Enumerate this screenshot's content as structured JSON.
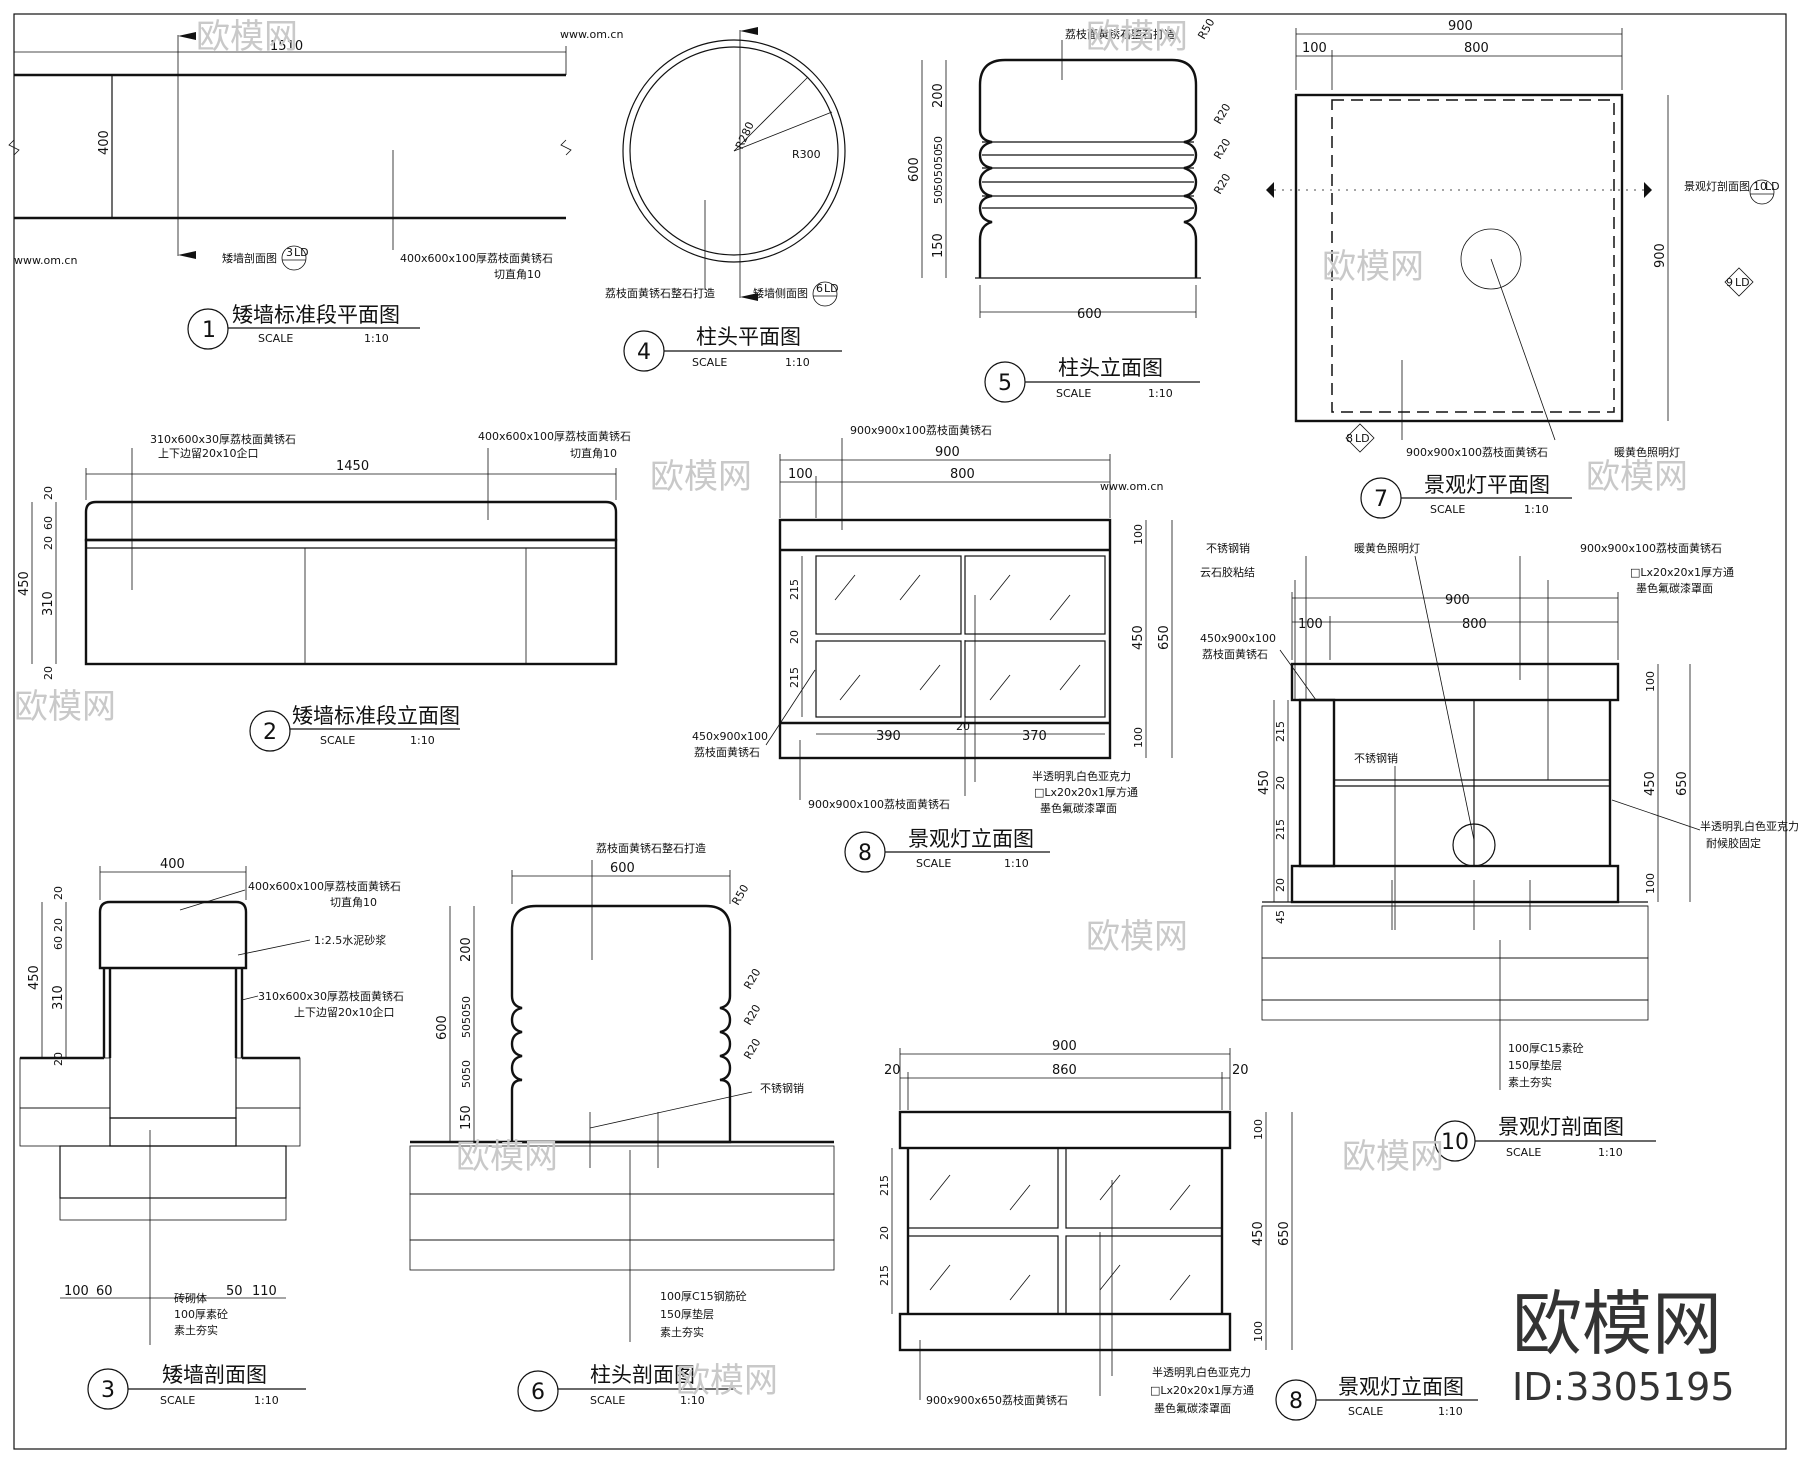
{
  "watermark": {
    "brand": "欧模网",
    "site": "www.om.cn",
    "corner_brand": "欧模网",
    "corner_id": "ID:3305195"
  },
  "scale_label": "SCALE",
  "scale_value": "1:10",
  "drawings": [
    {
      "id": "1",
      "title": "矮墙标准段平面图"
    },
    {
      "id": "2",
      "title": "矮墙标准段立面图"
    },
    {
      "id": "3",
      "title": "矮墙剖面图"
    },
    {
      "id": "4",
      "title": "柱头平面图"
    },
    {
      "id": "5",
      "title": "柱头立面图"
    },
    {
      "id": "6",
      "title": "柱头剖面图"
    },
    {
      "id": "7",
      "title": "景观灯平面图"
    },
    {
      "id": "8",
      "title": "景观灯立面图"
    },
    {
      "id": "8",
      "title": "景观灯立面图"
    },
    {
      "id": "10",
      "title": "景观灯剖面图"
    }
  ],
  "d1": {
    "dim_w": "1510",
    "dim_h": "400",
    "note_stone": "400x600x100厚荔枝面黄锈石",
    "note_chamfer": "切直角10",
    "ref_text": "矮墙剖面图",
    "ref_num": "3",
    "ref_sheet": "LD"
  },
  "d2": {
    "dim_w": "1450",
    "d20a": "20",
    "d60": "60",
    "d20b": "20",
    "d450": "450",
    "d310": "310",
    "d20c": "20",
    "note_cap": "310x600x30厚荔枝面黄锈石",
    "note_cap2": "上下边留20x10企口",
    "note_top": "400x600x100厚荔枝面黄锈石",
    "note_top2": "切直角10"
  },
  "d3": {
    "dim_400": "400",
    "d20a": "20",
    "d20b": "20",
    "d60": "60",
    "d450": "450",
    "d310": "310",
    "d20c": "20",
    "note1": "400x600x100厚荔枝面黄锈石",
    "note1b": "切直角10",
    "note2": "1:2.5水泥砂浆",
    "note3": "310x600x30厚荔枝面黄锈石",
    "note3b": "上下边留20x10企口",
    "b100": "100",
    "b60": "60",
    "b50": "50",
    "b110": "110",
    "layer1": "砖砌体",
    "layer2": "100厚素砼",
    "layer3": "素土夯实"
  },
  "d4": {
    "r280": "R280",
    "r300": "R300",
    "note": "荔枝面黄锈石整石打造",
    "ref_text": "矮墙侧面图",
    "ref_num": "6",
    "ref_sheet": "LD"
  },
  "d5": {
    "note": "荔枝面黄锈石整石打造",
    "r50": "R50",
    "r20a": "R20",
    "r20b": "R20",
    "r20c": "R20",
    "d200": "200",
    "d50a": "50",
    "d50b": "50",
    "d50c": "50",
    "d50d": "50",
    "d50e": "50",
    "d150": "150",
    "d600v": "600",
    "d600h": "600"
  },
  "d6": {
    "note": "荔枝面黄锈石整石打造",
    "d600h": "600",
    "r50": "R50",
    "r20a": "R20",
    "r20b": "R20",
    "r20c": "R20",
    "d200": "200",
    "d50a": "50",
    "d50b": "50",
    "d50c": "50",
    "d50d": "50",
    "d50e": "50",
    "d150": "150",
    "d600v": "600",
    "steel": "不锈钢销",
    "layer1": "100厚C15钢筋砼",
    "layer2": "150厚垫层",
    "layer3": "素土夯实"
  },
  "d7": {
    "dim_900": "900",
    "dim_100": "100",
    "dim_800": "800",
    "dim_900v": "900",
    "note_stone": "900x900x100荔枝面黄锈石",
    "note_lamp": "暖黄色照明灯",
    "ref_a_text": "景观灯剖面图",
    "ref_a_num": "10",
    "ref_b_num": "9",
    "ref_c_num": "8",
    "ref_sheet": "LD"
  },
  "d8a": {
    "note_top": "900x900x100荔枝面黄锈石",
    "dim_900": "900",
    "dim_100": "100",
    "dim_800": "800",
    "d215a": "215",
    "d20": "20",
    "d215b": "215",
    "r100a": "100",
    "r450": "450",
    "r650": "650",
    "r100b": "100",
    "b390": "390",
    "b20": "20",
    "b370": "370",
    "note_side": "450x900x100",
    "note_side2": "荔枝面黄锈石",
    "note_bot": "900x900x100荔枝面黄锈石",
    "note_acr": "半透明乳白色亚克力",
    "note_tube": "□Lx20x20x1厚方通",
    "note_paint": "墨色氟碳漆罩面"
  },
  "d8b": {
    "dim_900": "900",
    "dim_20a": "20",
    "dim_860": "860",
    "dim_20b": "20",
    "d215a": "215",
    "d20": "20",
    "d215b": "215",
    "r100a": "100",
    "r450": "450",
    "r650": "650",
    "r100b": "100",
    "note_bot": "900x900x650荔枝面黄锈石",
    "note_acr": "半透明乳白色亚克力",
    "note_tube": "□Lx20x20x1厚方通",
    "note_paint": "墨色氟碳漆罩面"
  },
  "d10": {
    "steel_top": "不锈钢销",
    "glue": "云石胶粘结",
    "lamp": "暖黄色照明灯",
    "stone_top": "900x900x100荔枝面黄锈石",
    "tube": "□Lx20x20x1厚方通",
    "paint": "墨色氟碳漆罩面",
    "dim_900": "900",
    "dim_100": "100",
    "dim_800": "800",
    "side": "450x900x100",
    "side2": "荔枝面黄锈石",
    "steel_in": "不锈钢销",
    "d215a": "215",
    "d20a": "20",
    "d215b": "215",
    "d20b": "20",
    "d45": "45",
    "l450": "450",
    "r100a": "100",
    "r450": "450",
    "r650": "650",
    "r100b": "100",
    "acr": "半透明乳白色亚克力",
    "acr2": "耐候胶固定",
    "layer1": "100厚C15素砼",
    "layer2": "150厚垫层",
    "layer3": "素土夯实"
  }
}
